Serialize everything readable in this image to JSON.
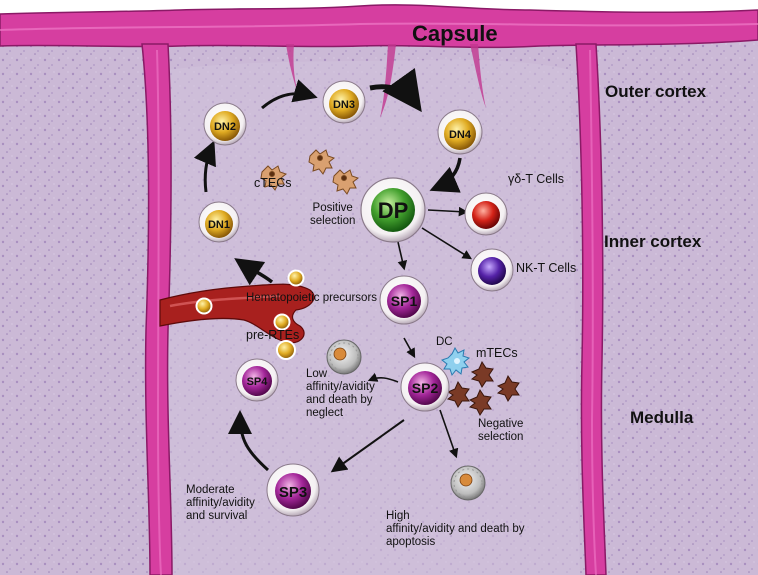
{
  "regions": {
    "capsule": "Capsule",
    "outer_cortex": "Outer cortex",
    "inner_cortex": "Inner cortex",
    "medulla": "Medulla"
  },
  "cells": {
    "dn1": "DN1",
    "dn2": "DN2",
    "dn3": "DN3",
    "dn4": "DN4",
    "dp": "DP",
    "sp1": "SP1",
    "sp2": "SP2",
    "sp3": "SP3",
    "sp4": "SP4"
  },
  "labels": {
    "ctecs": "cTECs",
    "positive_selection_1": "Positive",
    "positive_selection_2": "selection",
    "gd_t_cells": "γδ-T Cells",
    "nk_t_cells": "NK-T Cells",
    "hematopoietic": "Hematopoietic precursors",
    "pre_rtes": "pre-RTEs",
    "dc": "DC",
    "mtecs": "mTECs",
    "negative_selection_1": "Negative",
    "negative_selection_2": "selection",
    "low_1": "Low",
    "low_2": "affinity/avidity",
    "low_3": "and death by",
    "low_4": "neglect",
    "moderate_1": "Moderate",
    "moderate_2": "affinity/avidity",
    "moderate_3": "and survival",
    "high_1": "High",
    "high_2": "affinity/avidity and death by",
    "high_3": "apoptosis"
  },
  "colors": {
    "tissue": "#cdbcd8",
    "capsule": "#d23f9e",
    "gold_cell": "#d8a21a",
    "purple_cell": "#9b1f8c",
    "dp_green": "#3a8a2a",
    "red_cell": "#d01818",
    "blue_cell": "#4a1a9a",
    "vessel": "#a8201e"
  }
}
